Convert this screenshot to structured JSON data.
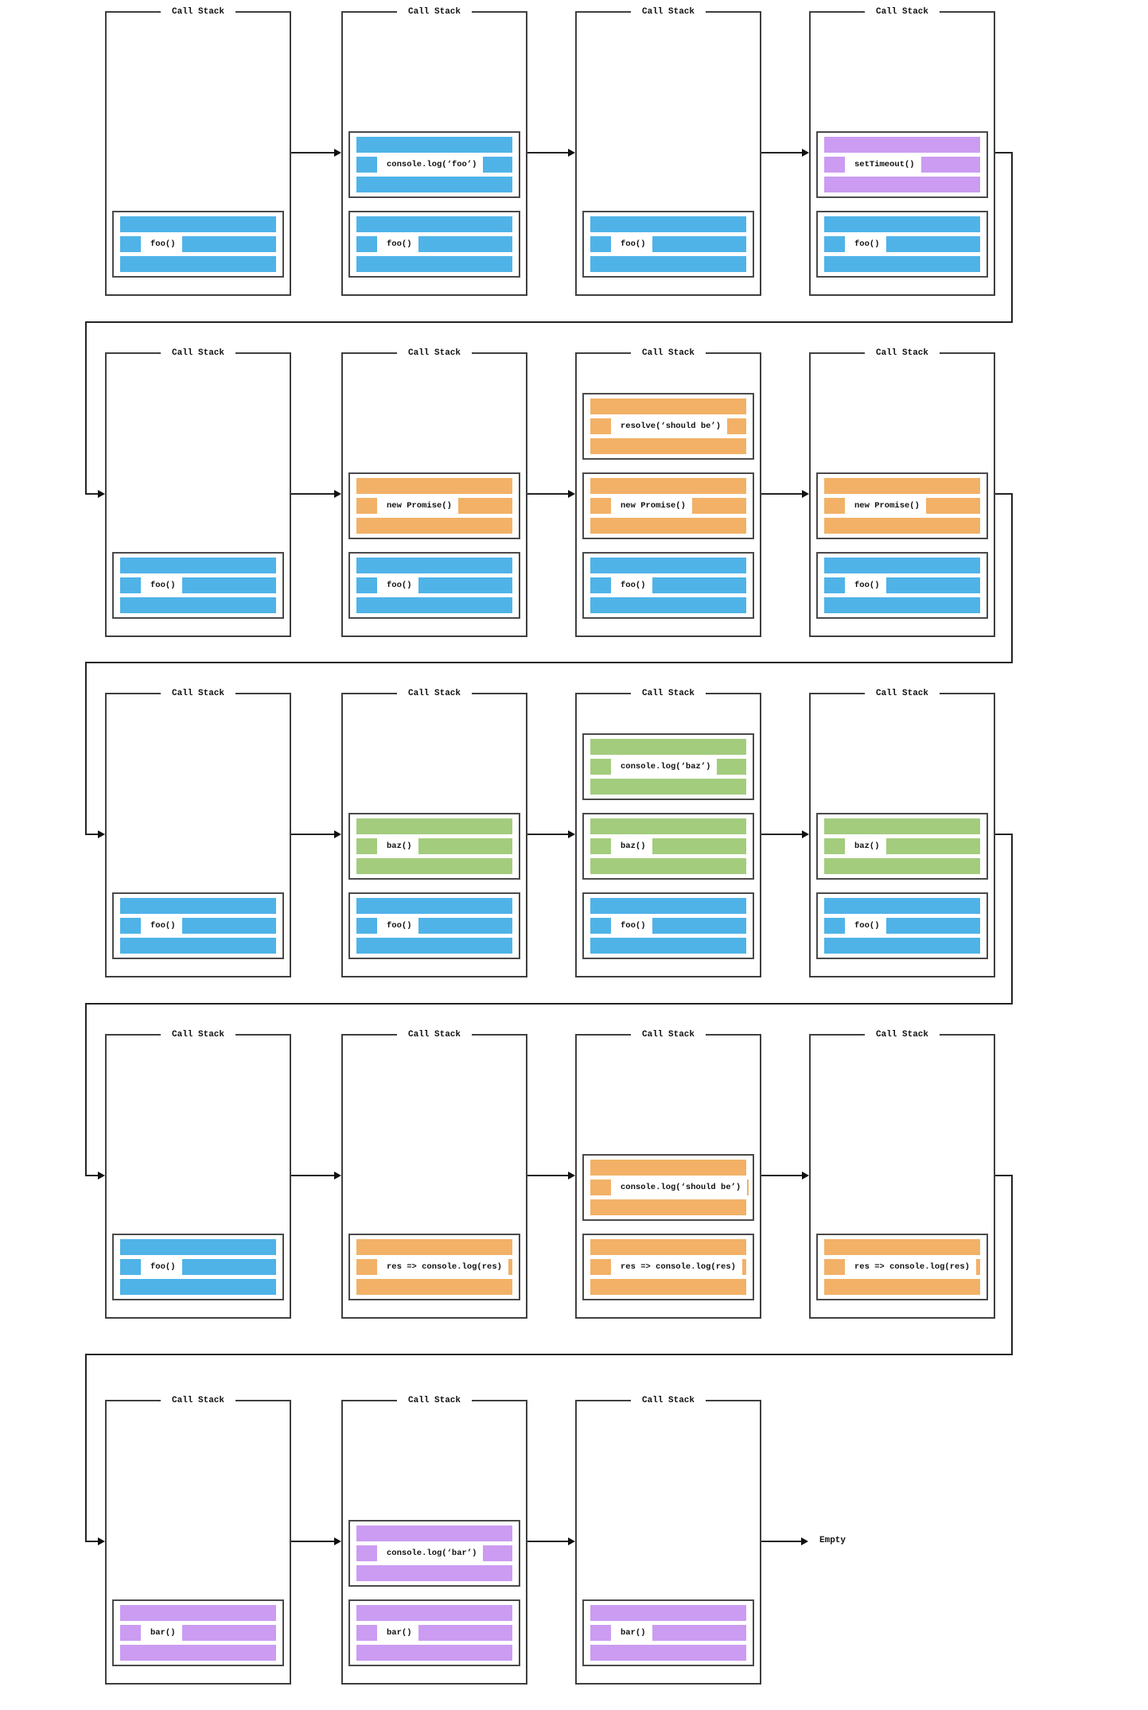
{
  "diagram": {
    "box_title": "Call Stack",
    "end_label": "Empty"
  },
  "colors": {
    "blue": "#4FB3E8",
    "orange": "#F2B167",
    "green": "#A3CC7D",
    "purple": "#CB9CF2"
  },
  "rows": [
    {
      "boxes": [
        {
          "frames": [
            {
              "label": "foo()",
              "color": "blue"
            }
          ]
        },
        {
          "frames": [
            {
              "label": "foo()",
              "color": "blue"
            },
            {
              "label": "console.log(‘foo’)",
              "color": "blue"
            }
          ]
        },
        {
          "frames": [
            {
              "label": "foo()",
              "color": "blue"
            }
          ]
        },
        {
          "frames": [
            {
              "label": "foo()",
              "color": "blue"
            },
            {
              "label": "setTimeout()",
              "color": "purple"
            }
          ]
        }
      ]
    },
    {
      "boxes": [
        {
          "frames": [
            {
              "label": "foo()",
              "color": "blue"
            }
          ]
        },
        {
          "frames": [
            {
              "label": "foo()",
              "color": "blue"
            },
            {
              "label": "new Promise()",
              "color": "orange"
            }
          ]
        },
        {
          "frames": [
            {
              "label": "foo()",
              "color": "blue"
            },
            {
              "label": "new Promise()",
              "color": "orange"
            },
            {
              "label": "resolve(‘should be’)",
              "color": "orange"
            }
          ]
        },
        {
          "frames": [
            {
              "label": "foo()",
              "color": "blue"
            },
            {
              "label": "new Promise()",
              "color": "orange"
            }
          ]
        }
      ]
    },
    {
      "boxes": [
        {
          "frames": [
            {
              "label": "foo()",
              "color": "blue"
            }
          ]
        },
        {
          "frames": [
            {
              "label": "foo()",
              "color": "blue"
            },
            {
              "label": "baz()",
              "color": "green"
            }
          ]
        },
        {
          "frames": [
            {
              "label": "foo()",
              "color": "blue"
            },
            {
              "label": "baz()",
              "color": "green"
            },
            {
              "label": "console.log(‘baz’)",
              "color": "green"
            }
          ]
        },
        {
          "frames": [
            {
              "label": "foo()",
              "color": "blue"
            },
            {
              "label": "baz()",
              "color": "green"
            }
          ]
        }
      ]
    },
    {
      "boxes": [
        {
          "frames": [
            {
              "label": "foo()",
              "color": "blue"
            }
          ]
        },
        {
          "frames": [
            {
              "label": "res => console.log(res)",
              "color": "orange"
            }
          ]
        },
        {
          "frames": [
            {
              "label": "res => console.log(res)",
              "color": "orange"
            },
            {
              "label": "console.log(‘should be’)",
              "color": "orange"
            }
          ]
        },
        {
          "frames": [
            {
              "label": "res => console.log(res)",
              "color": "orange"
            }
          ]
        }
      ]
    },
    {
      "boxes": [
        {
          "frames": [
            {
              "label": "bar()",
              "color": "purple"
            }
          ]
        },
        {
          "frames": [
            {
              "label": "bar()",
              "color": "purple"
            },
            {
              "label": "console.log(‘bar’)",
              "color": "purple"
            }
          ]
        },
        {
          "frames": [
            {
              "label": "bar()",
              "color": "purple"
            }
          ]
        }
      ]
    }
  ]
}
